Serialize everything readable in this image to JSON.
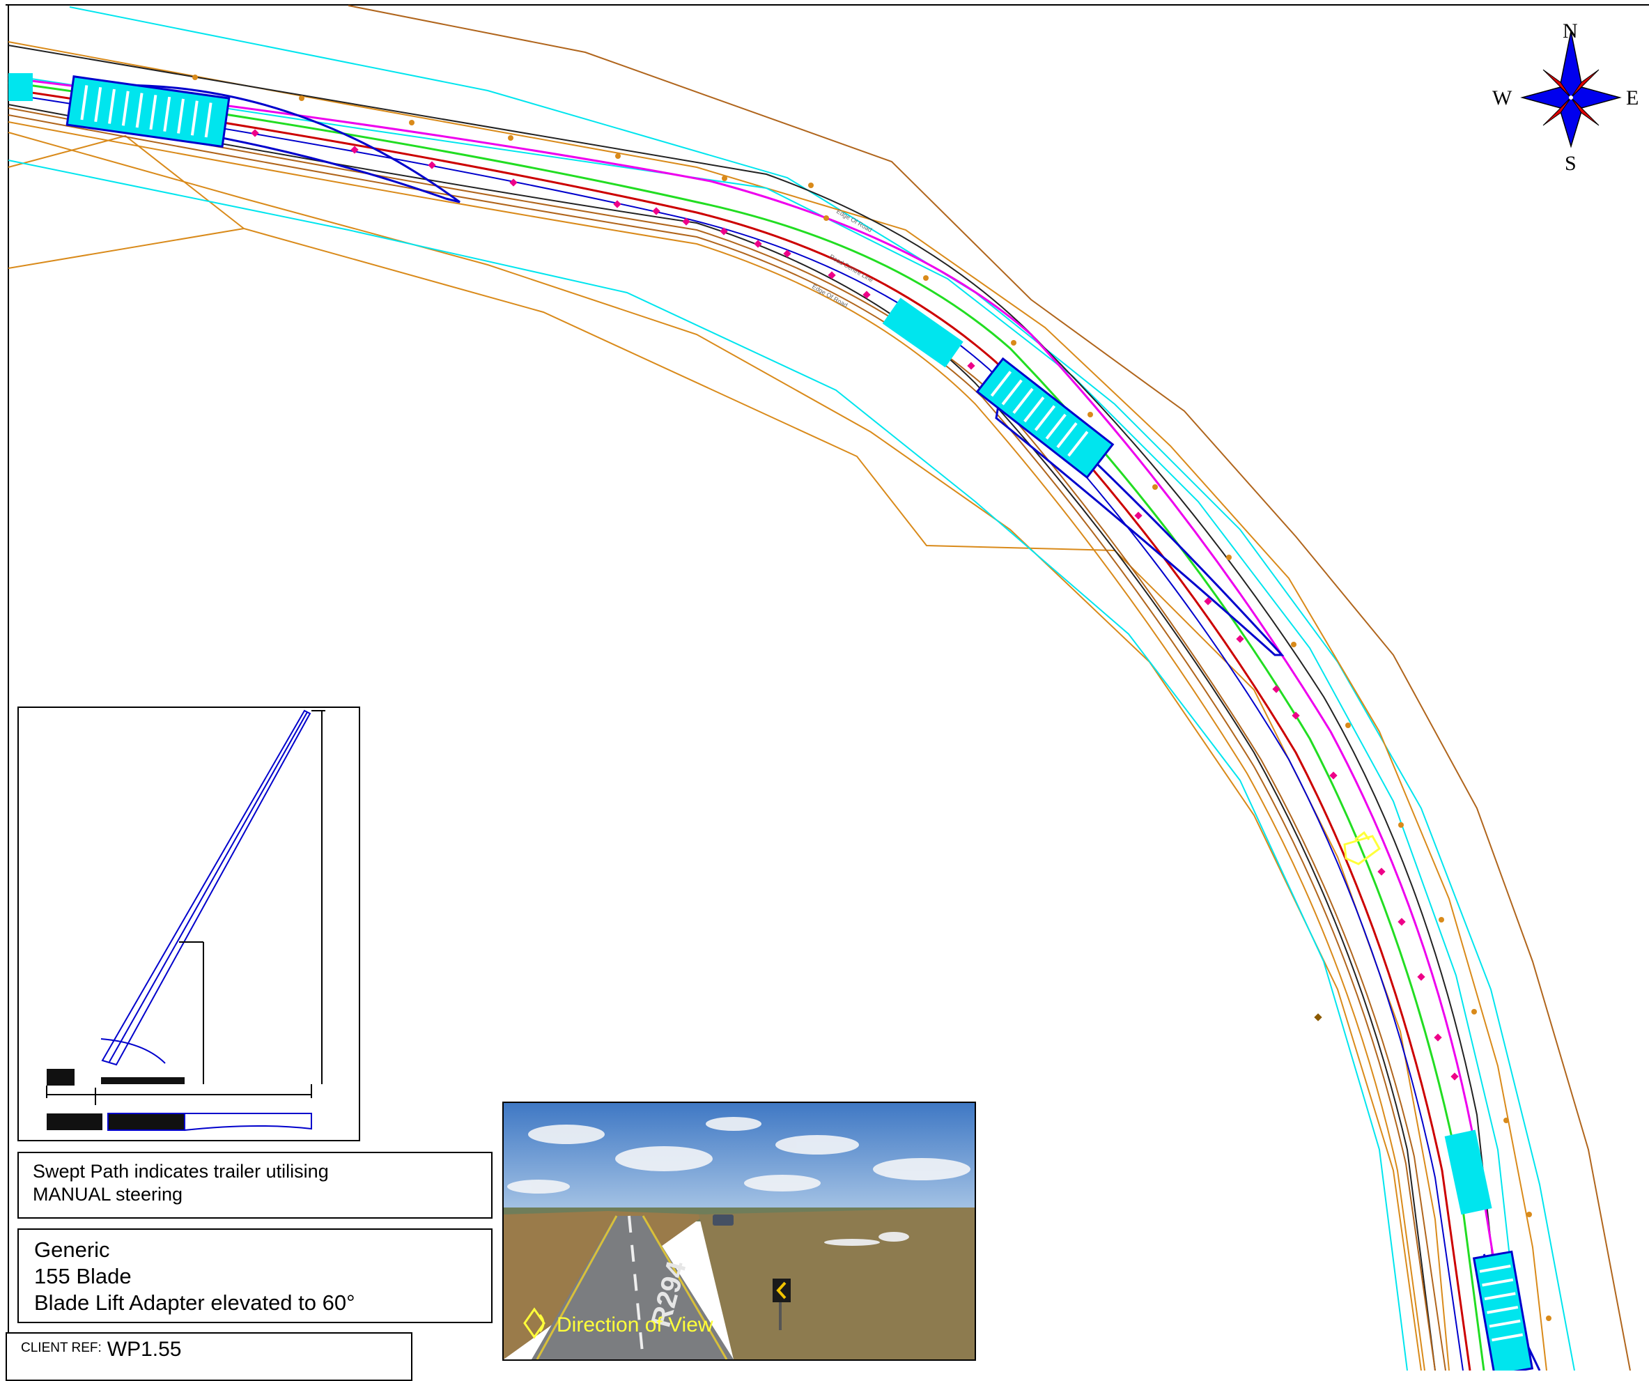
{
  "compass": {
    "north": "N",
    "south": "S",
    "east": "E",
    "west": "W"
  },
  "notes": {
    "swept_path_line1": "Swept Path indicates trailer utilising",
    "swept_path_line2": "MANUAL steering",
    "vehicle_line1": "Generic",
    "vehicle_line2": "155 Blade",
    "vehicle_line3": "Blade Lift Adapter elevated to 60°"
  },
  "client_ref": {
    "label": "CLIENT REF:",
    "value": "WP1.55"
  },
  "photo": {
    "direction_label": "Direction of View",
    "road_marking": "R294"
  },
  "road_labels": {
    "edge_of_road": "Edge Of Road",
    "road_centre_line": "Road Centre Line"
  },
  "colors": {
    "trailer": "#00e5ee",
    "swept_outline": "#0000cc",
    "green_track": "#22dd22",
    "magenta_track": "#ee00ee",
    "red_track": "#cc0000",
    "survey_orange": "#d98a1a",
    "survey_brown": "#b0651c",
    "cyan_line": "#00e5ee",
    "view_marker": "#ffff3a"
  }
}
